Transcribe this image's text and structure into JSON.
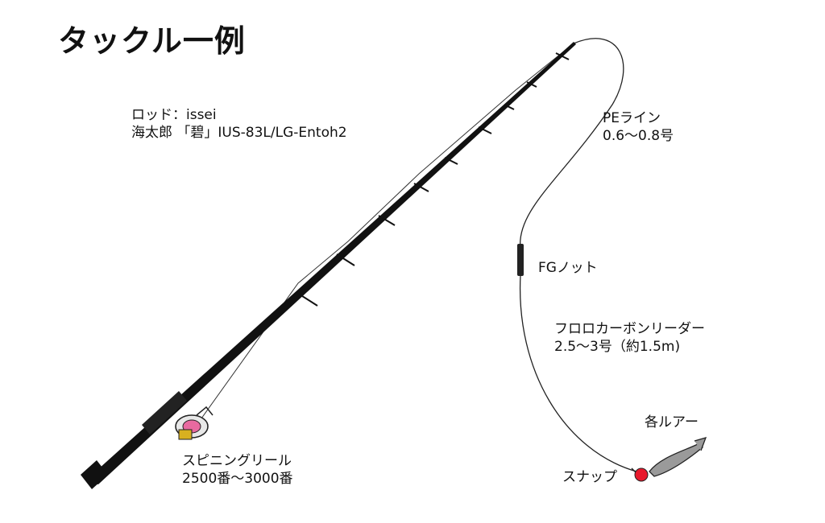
{
  "title": "タックル一例",
  "labels": {
    "rod_line1": "ロッド：issei",
    "rod_line2": "海太郎 「碧」IUS-83L/LG-Entoh2",
    "pe_line1": "PEライン",
    "pe_line2": "0.6〜0.8号",
    "fg_knot": "FGノット",
    "leader_line1": "フロロカーボンリーダー",
    "leader_line2": "2.5〜3号（約1.5m)",
    "lure": "各ルアー",
    "snap": "スナップ",
    "reel_line1": "スピニングリール",
    "reel_line2": "2500番〜3000番"
  },
  "colors": {
    "rod": "#111111",
    "line": "#222222",
    "snap": "#e8192c",
    "lure": "#9a9a9a",
    "reel_accent": "#e86aa0",
    "reel_gold": "#d8b020"
  }
}
